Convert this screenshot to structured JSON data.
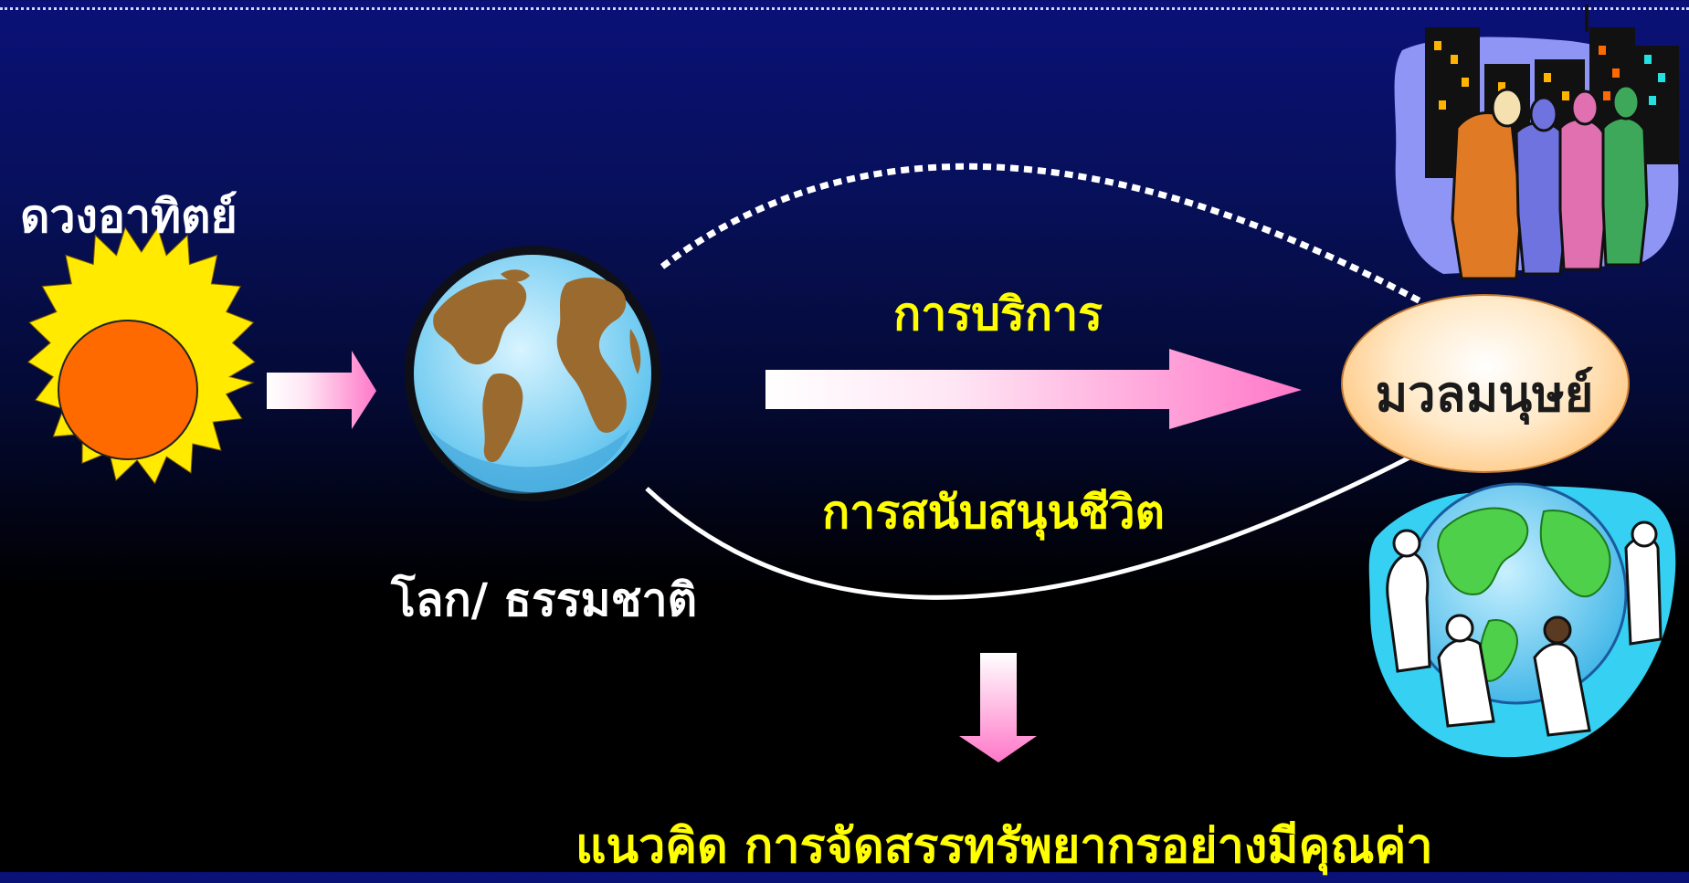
{
  "diagram": {
    "sun_label": "ดวงอาทิตย์",
    "earth_label": "โลก/ ธรรมชาติ",
    "service_label": "การบริการ",
    "life_support_label": "การสนับสนุนชีวิต",
    "humans_label": "มวลมนุษย์",
    "concept_label": "แนวคิด การจัดสรรทรัพยากรอย่างมีคุณค่า"
  },
  "colors": {
    "background_top": "#0a1178",
    "background_bottom": "#000000",
    "accent_text": "#ffff00",
    "arrow_pink": "#ff77c8",
    "sun_rays": "#ffea00",
    "sun_core": "#ff6a00",
    "oval_fill": "#ffb45a"
  },
  "icons": [
    "sun-icon",
    "earth-globe-icon",
    "city-people-icon",
    "world-children-icon"
  ]
}
